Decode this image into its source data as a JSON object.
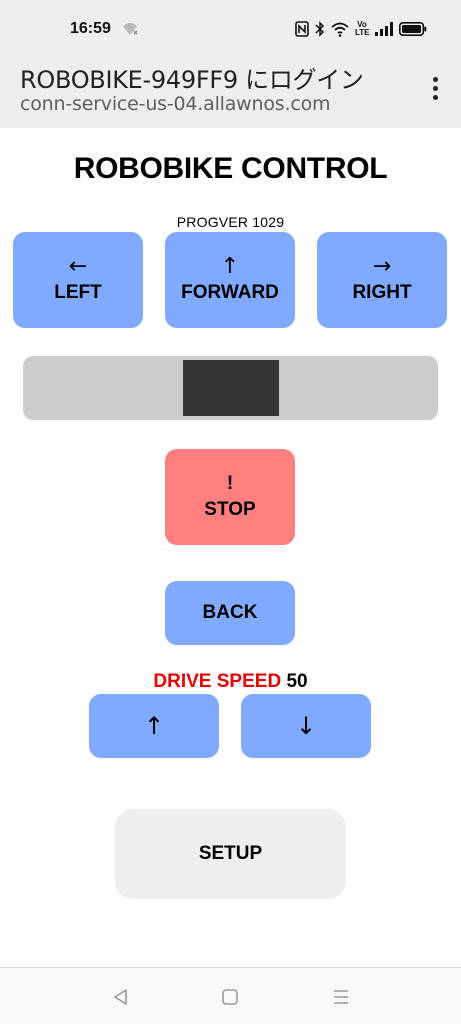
{
  "status_bar": {
    "time": "16:59",
    "volte_line1": "Vo",
    "volte_line2": "LTE",
    "icons": [
      "wifi-off-icon",
      "nfc-icon",
      "bluetooth-icon",
      "wifi-icon",
      "volte-icon",
      "signal-icon",
      "battery-icon"
    ]
  },
  "browser": {
    "page_title": "ROBOBIKE-949FF9 にログイン",
    "url": "conn-service-us-04.allawnos.com"
  },
  "page": {
    "title": "ROBOBIKE CONTROL",
    "progver": "PROGVER 1029"
  },
  "controls": {
    "left": {
      "arrow": "←",
      "label": "LEFT"
    },
    "forward": {
      "arrow": "↑",
      "label": "FORWARD"
    },
    "right": {
      "arrow": "→",
      "label": "RIGHT"
    },
    "stop": {
      "symbol": "!",
      "label": "STOP"
    },
    "back": {
      "label": "BACK"
    },
    "speed_up": {
      "arrow": "↑"
    },
    "speed_down": {
      "arrow": "↓"
    },
    "setup": {
      "label": "SETUP"
    }
  },
  "steering_slider": {
    "value_fraction": 0.5
  },
  "speed": {
    "label": "DRIVE SPEED",
    "value": "50"
  },
  "colors": {
    "button_blue": "#80aaff",
    "stop_red": "#ff7f7f",
    "speed_label_red": "#e60000",
    "slider_track": "#cccccc",
    "slider_thumb": "#333333",
    "setup_gray": "#eeeeee"
  },
  "nav": {
    "icons": [
      "back-triangle-icon",
      "home-square-icon",
      "recents-menu-icon"
    ]
  }
}
